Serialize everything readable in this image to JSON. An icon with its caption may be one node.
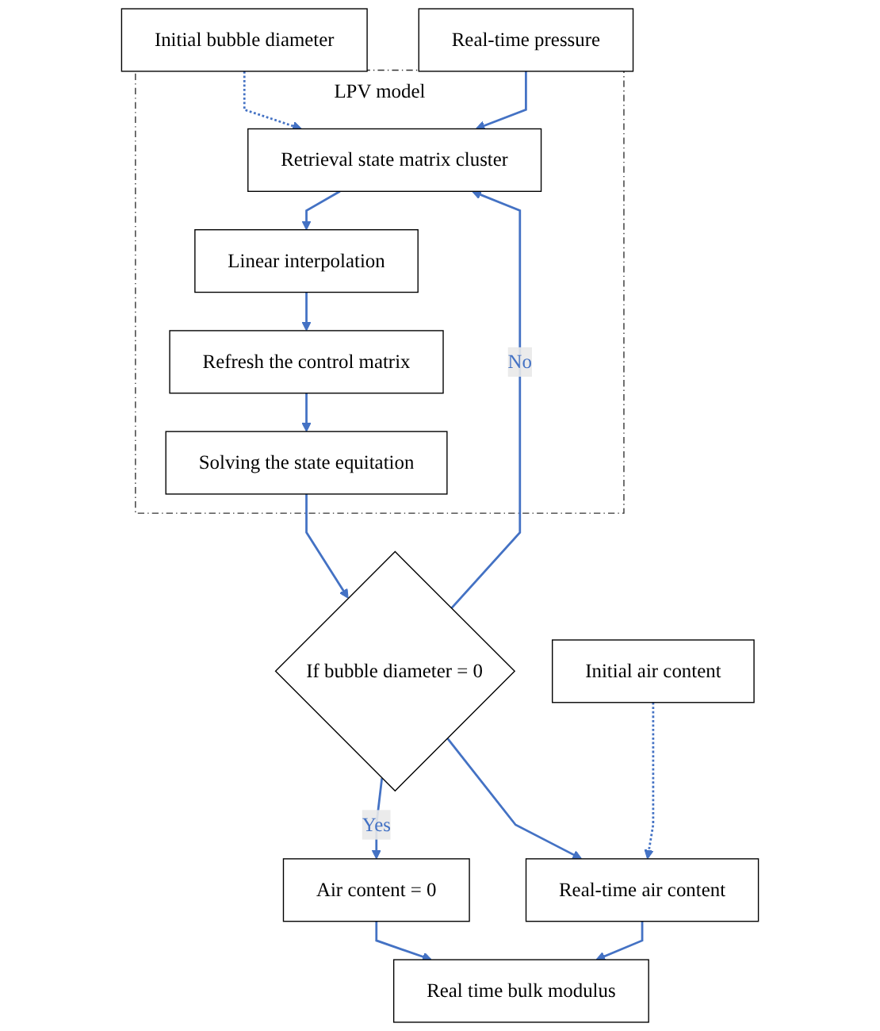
{
  "diagram": {
    "nodes": [
      {
        "text": [
          "Initial bubble diameter"
        ]
      },
      {
        "text": [
          "Real-time pressure"
        ]
      },
      {
        "text": [
          "LPV model"
        ]
      },
      {
        "text": [
          "Retrieval state matrix cluster"
        ],
        "in": 2
      },
      {
        "text": [
          "Linear interpolation"
        ],
        "in": 2
      },
      {
        "text": [
          "Refresh the control matrix"
        ],
        "in": 2
      },
      {
        "text": [
          "Solving the state equitation"
        ],
        "in": 2
      },
      {
        "text": [
          "If bubble diameter = 0"
        ]
      },
      {
        "text": [
          "Air content = 0"
        ]
      },
      {
        "text": [
          "Real-time air content"
        ]
      },
      {
        "text": [
          "Initial air content"
        ]
      },
      {
        "text": [
          "Real time bulk modulus"
        ]
      }
    ],
    "edges": [
      {
        "from": 0,
        "to": 3,
        "arrow": "to",
        "style": "dashed"
      },
      {
        "from": 1,
        "to": 3,
        "arrow": "to"
      },
      {
        "from": 3,
        "to": 4,
        "arrow": "to"
      },
      {
        "from": 4,
        "to": 5,
        "arrow": "to"
      },
      {
        "from": 5,
        "to": 6,
        "arrow": "to"
      },
      {
        "from": 6,
        "to": 7,
        "arrow": "to"
      },
      {
        "from": 7,
        "to": 3,
        "arrow": "to",
        "label": "No"
      },
      {
        "from": 7,
        "to": 9,
        "arrow": "to"
      },
      {
        "from": 7,
        "to": 8,
        "arrow": "to",
        "label": "Yes"
      },
      {
        "from": 10,
        "to": 9,
        "arrow": "to",
        "style": "dashed"
      },
      {
        "from": 8,
        "to": 11,
        "arrow": "to"
      },
      {
        "from": 9,
        "to": 11,
        "arrow": "to"
      }
    ]
  }
}
